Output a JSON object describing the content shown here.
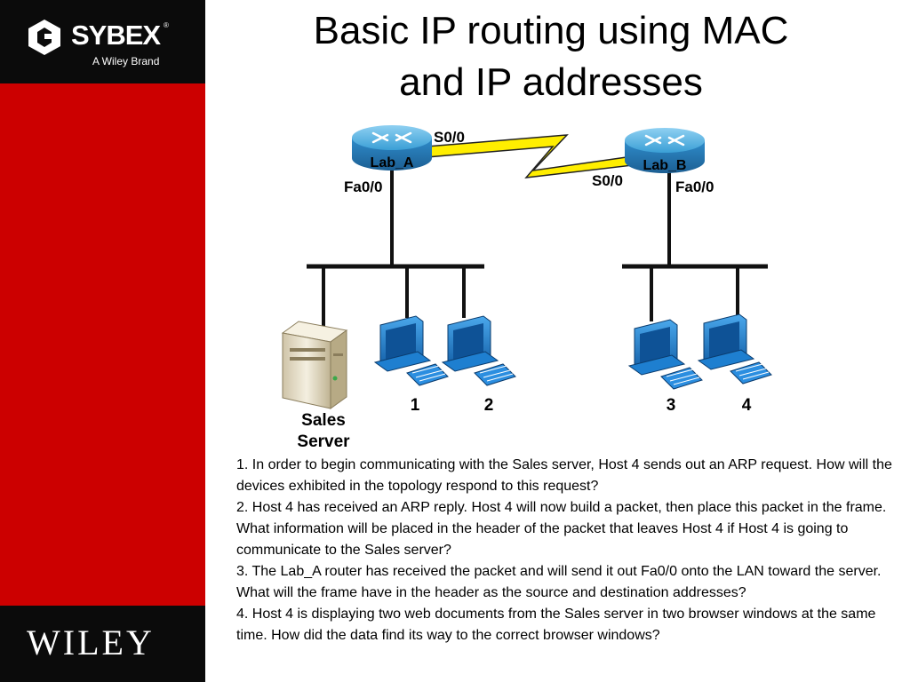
{
  "branding": {
    "sybex_logo": "SYBEX",
    "sybex_reg": "®",
    "sybex_tagline": "A Wiley Brand",
    "wiley_logo": "WILEY",
    "colors": {
      "sidebar_red": "#cc0000",
      "sidebar_black": "#0b0b0b"
    }
  },
  "slide": {
    "title_line1": "Basic IP routing using MAC",
    "title_line2": "and IP addresses"
  },
  "diagram": {
    "routers": {
      "lab_a": {
        "label": "Lab_A",
        "serial_port": "S0/0",
        "fast_ethernet_port": "Fa0/0"
      },
      "lab_b": {
        "label": "Lab_B",
        "serial_port": "S0/0",
        "fast_ethernet_port": "Fa0/0"
      }
    },
    "server_label_line1": "Sales",
    "server_label_line2": "Server",
    "hosts": [
      "1",
      "2",
      "3",
      "4"
    ],
    "colors": {
      "router": "#3aa0d8",
      "serial_link": "#ffee00",
      "host": "#1e7fd0",
      "server": "#e9e0c8"
    }
  },
  "questions": [
    "1. In order to begin communicating with the Sales server, Host 4 sends out an ARP request. How will the devices exhibited in the topology respond to this request?",
    "2. Host 4 has received an ARP reply. Host 4 will now build a packet, then place this packet in the frame. What information will be placed in the header of the packet that leaves Host 4 if Host 4 is going to communicate to the Sales server?",
    "3. The Lab_A router has received the packet and will send it out Fa0/0 onto the LAN toward the server. What will the frame have in the header as the source and destination addresses?",
    "4. Host 4 is displaying two web documents from the Sales server in two browser windows at the same time. How did the data find its way to the correct browser windows?"
  ]
}
